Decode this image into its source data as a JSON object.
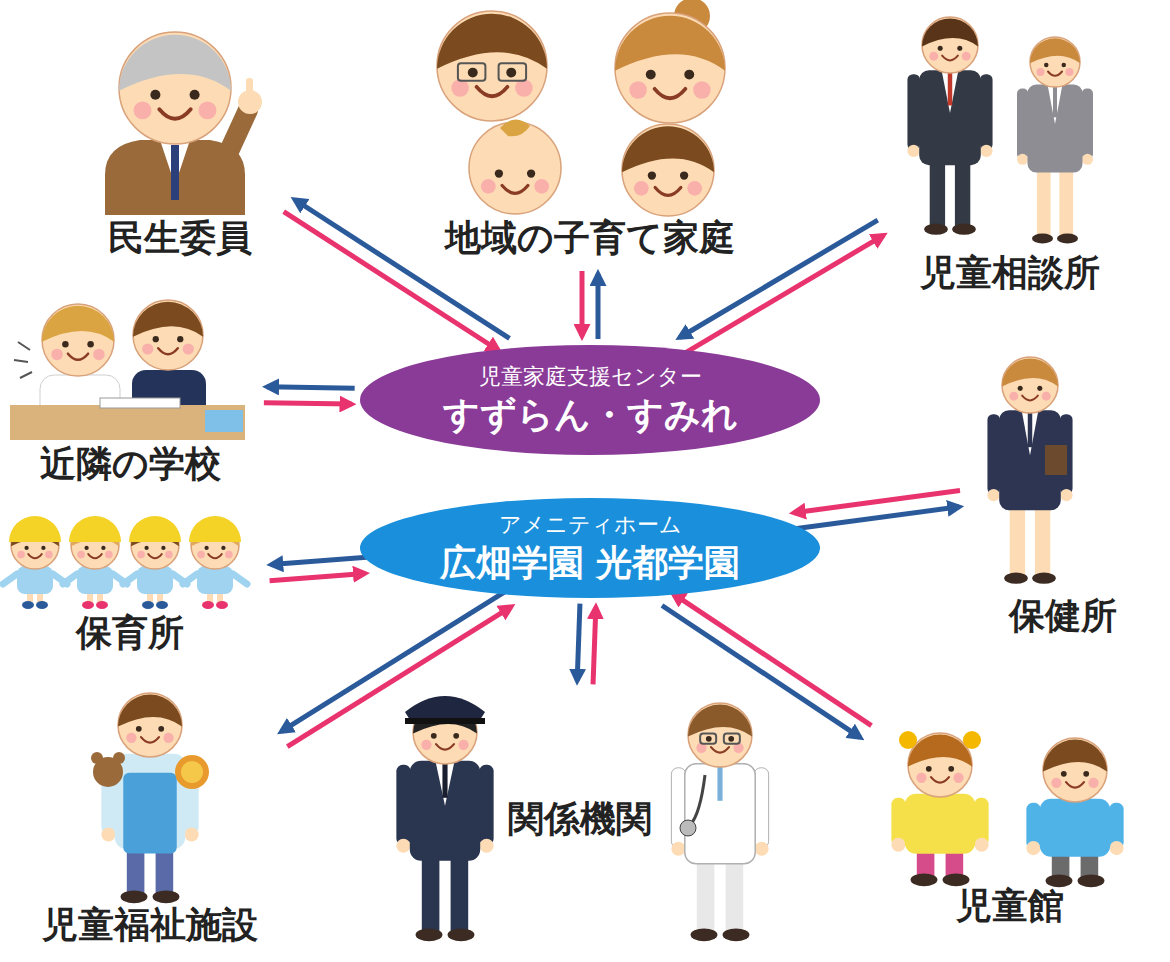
{
  "diagram": {
    "nodes": [
      {
        "text": [
          "民生委員"
        ]
      },
      {
        "text": [
          "地域の子育て家庭"
        ]
      },
      {
        "text": [
          "児童相談所"
        ]
      },
      {
        "text": [
          "近隣の学校"
        ]
      },
      {
        "text": [
          "児童家庭支援センター",
          "すずらん・すみれ"
        ]
      },
      {
        "text": [
          "アメニティホーム",
          "広畑学園 光都学園"
        ]
      },
      {
        "text": [
          "保育所"
        ]
      },
      {
        "text": [
          "保健所"
        ]
      },
      {
        "text": [
          "児童福祉施設"
        ]
      },
      {
        "text": [
          "関係機関"
        ]
      },
      {
        "text": [
          "児童館"
        ]
      }
    ],
    "edges": [
      {
        "from": 0,
        "to": 4,
        "arrow": "to"
      },
      {
        "from": 4,
        "to": 0,
        "arrow": "to"
      },
      {
        "from": 1,
        "to": 4,
        "arrow": "to"
      },
      {
        "from": 4,
        "to": 1,
        "arrow": "to"
      },
      {
        "from": 2,
        "to": 4,
        "arrow": "to"
      },
      {
        "from": 4,
        "to": 2,
        "arrow": "to"
      },
      {
        "from": 3,
        "to": 4,
        "arrow": "to"
      },
      {
        "from": 4,
        "to": 3,
        "arrow": "to"
      },
      {
        "from": 6,
        "to": 5,
        "arrow": "to"
      },
      {
        "from": 5,
        "to": 6,
        "arrow": "to"
      },
      {
        "from": 7,
        "to": 5,
        "arrow": "to"
      },
      {
        "from": 5,
        "to": 7,
        "arrow": "to"
      },
      {
        "from": 8,
        "to": 5,
        "arrow": "to"
      },
      {
        "from": 5,
        "to": 8,
        "arrow": "to"
      },
      {
        "from": 9,
        "to": 5,
        "arrow": "to"
      },
      {
        "from": 5,
        "to": 9,
        "arrow": "to"
      },
      {
        "from": 10,
        "to": 5,
        "arrow": "to"
      },
      {
        "from": 5,
        "to": 10,
        "arrow": "to"
      }
    ]
  }
}
